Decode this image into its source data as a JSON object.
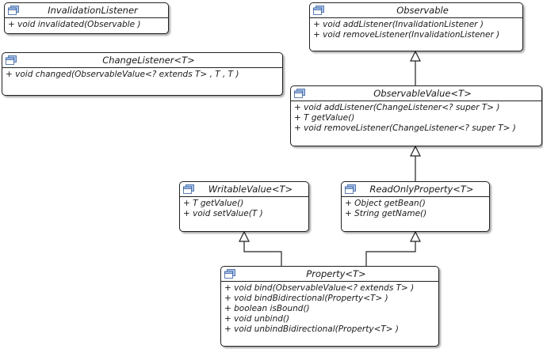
{
  "diagram": {
    "classes": {
      "invalidation_listener": {
        "name": "InvalidationListener",
        "methods": [
          "+ void invalidated(Observable )"
        ]
      },
      "change_listener": {
        "name": "ChangeListener<T>",
        "methods": [
          "+ void changed(ObservableValue<? extends T> , T , T )"
        ]
      },
      "observable": {
        "name": "Observable",
        "methods": [
          "+ void addListener(InvalidationListener )",
          "+ void removeListener(InvalidationListener )"
        ]
      },
      "observable_value": {
        "name": "ObservableValue<T>",
        "methods": [
          "+ void addListener(ChangeListener<? super T> )",
          "+ T getValue()",
          "+ void removeListener(ChangeListener<? super T> )"
        ]
      },
      "writable_value": {
        "name": "WritableValue<T>",
        "methods": [
          "+ T getValue()",
          "+ void setValue(T )"
        ]
      },
      "read_only_property": {
        "name": "ReadOnlyProperty<T>",
        "methods": [
          "+ Object getBean()",
          "+ String getName()"
        ]
      },
      "property": {
        "name": "Property<T>",
        "methods": [
          "+ void bind(ObservableValue<? extends T> )",
          "+ void bindBidirectional(Property<T> )",
          "+ boolean isBound()",
          "+ void unbind()",
          "+ void unbindBidirectional(Property<T> )"
        ]
      }
    },
    "relations": [
      {
        "from": "observable_value",
        "to": "observable",
        "kind": "generalization"
      },
      {
        "from": "read_only_property",
        "to": "observable_value",
        "kind": "generalization"
      },
      {
        "from": "property",
        "to": "writable_value",
        "kind": "generalization"
      },
      {
        "from": "property",
        "to": "read_only_property",
        "kind": "generalization"
      }
    ],
    "colors": {
      "border": "#222222",
      "icon_fill": "#aac4ea",
      "icon_stroke": "#3a5f9e"
    }
  }
}
